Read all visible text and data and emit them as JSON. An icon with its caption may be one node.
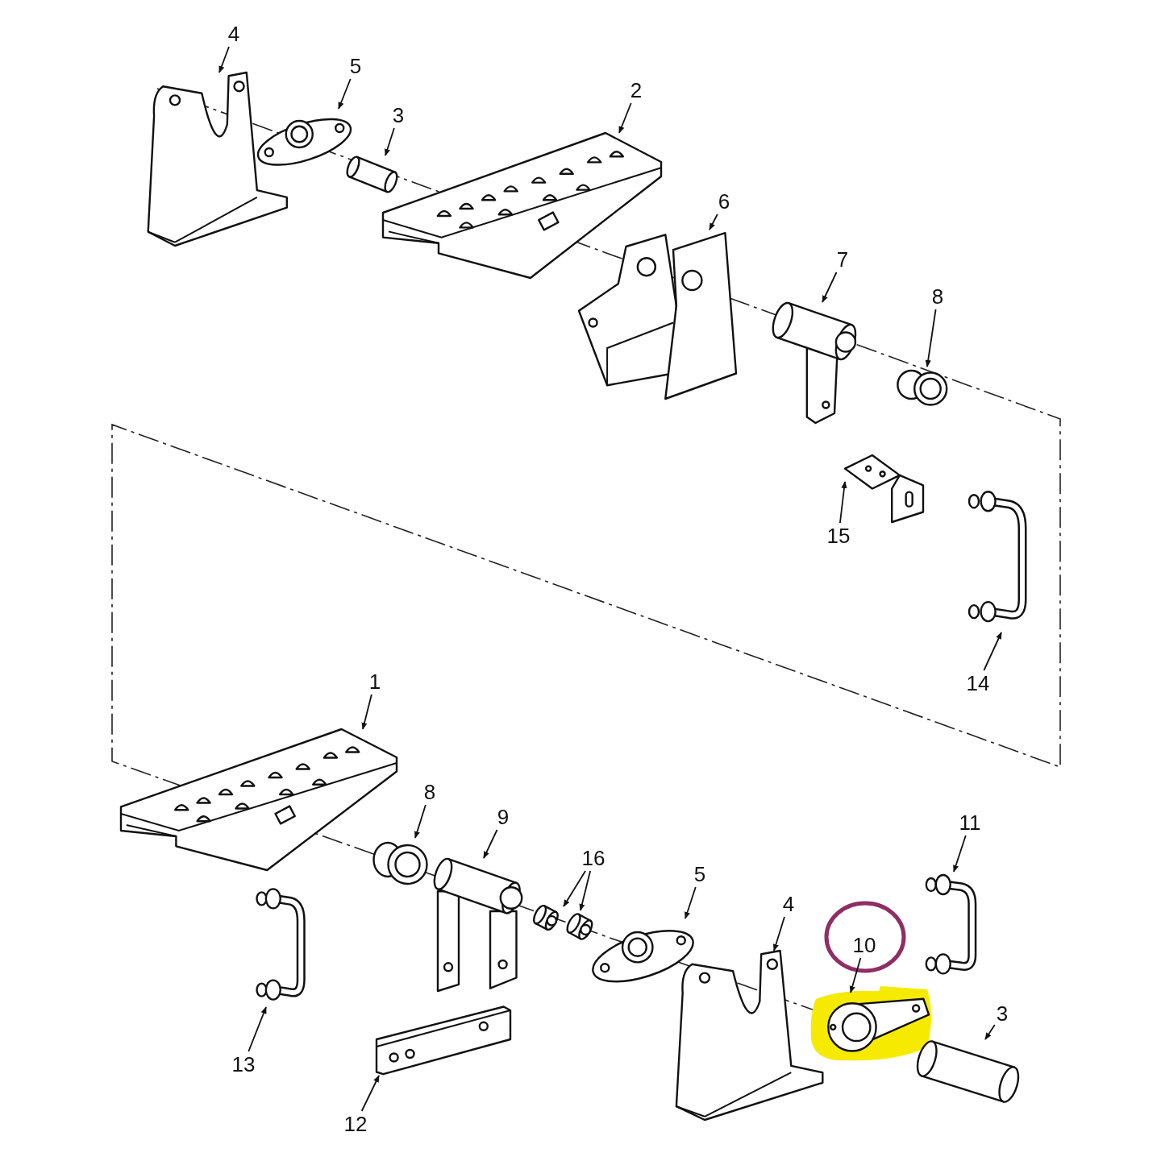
{
  "diagram": {
    "nodes": [
      {
        "text": [
          "4"
        ]
      },
      {
        "text": [
          "5"
        ]
      },
      {
        "text": [
          "3"
        ]
      },
      {
        "text": [
          "2"
        ]
      },
      {
        "text": [
          "6"
        ]
      },
      {
        "text": [
          "7"
        ]
      },
      {
        "text": [
          "8"
        ]
      },
      {
        "text": [
          "15"
        ]
      },
      {
        "text": [
          "14"
        ]
      },
      {
        "text": [
          "1"
        ]
      },
      {
        "text": [
          "8"
        ]
      },
      {
        "text": [
          "9"
        ]
      },
      {
        "text": [
          "16"
        ]
      },
      {
        "text": [
          "5"
        ]
      },
      {
        "text": [
          "4"
        ]
      },
      {
        "text": [
          "11"
        ]
      },
      {
        "text": [
          "10"
        ]
      },
      {
        "text": [
          "3"
        ]
      },
      {
        "text": [
          "13"
        ]
      },
      {
        "text": [
          "12"
        ]
      },
      {
        "text": [],
        "shape": "picture"
      },
      {
        "text": [],
        "shape": "picture"
      },
      {
        "text": [],
        "shape": "picture"
      },
      {
        "text": [],
        "shape": "picture"
      },
      {
        "text": [],
        "shape": "picture"
      },
      {
        "text": [],
        "shape": "picture"
      },
      {
        "text": [],
        "shape": "picture"
      },
      {
        "text": [],
        "shape": "picture"
      },
      {
        "text": [],
        "shape": "picture"
      },
      {
        "text": [],
        "shape": "picture"
      },
      {
        "text": [],
        "shape": "picture"
      },
      {
        "text": [],
        "shape": "picture"
      },
      {
        "text": [],
        "shape": "picture"
      },
      {
        "text": [],
        "shape": "picture"
      },
      {
        "text": [],
        "shape": "picture"
      },
      {
        "text": [],
        "shape": "picture"
      },
      {
        "text": [],
        "shape": "picture"
      },
      {
        "text": [],
        "shape": "picture"
      },
      {
        "text": [],
        "shape": "picture"
      },
      {
        "text": [],
        "shape": "picture"
      },
      {
        "text": [],
        "shape": "picture"
      }
    ],
    "edges": [
      {
        "from": 0,
        "to": 20,
        "arrow": "to"
      },
      {
        "from": 1,
        "to": 21,
        "arrow": "to"
      },
      {
        "from": 2,
        "to": 22,
        "arrow": "to"
      },
      {
        "from": 3,
        "to": 23,
        "arrow": "to"
      },
      {
        "from": 4,
        "to": 24,
        "arrow": "to"
      },
      {
        "from": 5,
        "to": 25,
        "arrow": "to"
      },
      {
        "from": 6,
        "to": 26,
        "arrow": "to"
      },
      {
        "from": 7,
        "to": 27,
        "arrow": "to"
      },
      {
        "from": 8,
        "to": 28,
        "arrow": "to"
      },
      {
        "from": 9,
        "to": 29,
        "arrow": "to"
      },
      {
        "from": 10,
        "to": 30,
        "arrow": "to"
      },
      {
        "from": 11,
        "to": 31,
        "arrow": "to"
      },
      {
        "from": 12,
        "to": 32,
        "arrow": "to"
      },
      {
        "from": 12,
        "to": 33,
        "arrow": "to"
      },
      {
        "from": 13,
        "to": 34,
        "arrow": "to"
      },
      {
        "from": 14,
        "to": 35,
        "arrow": "to"
      },
      {
        "from": 15,
        "to": 36,
        "arrow": "to"
      },
      {
        "from": 16,
        "to": 37,
        "arrow": "to"
      },
      {
        "from": 17,
        "to": 38,
        "arrow": "to"
      },
      {
        "from": 18,
        "to": 39,
        "arrow": "to"
      },
      {
        "from": 19,
        "to": 40,
        "arrow": "to"
      }
    ]
  }
}
